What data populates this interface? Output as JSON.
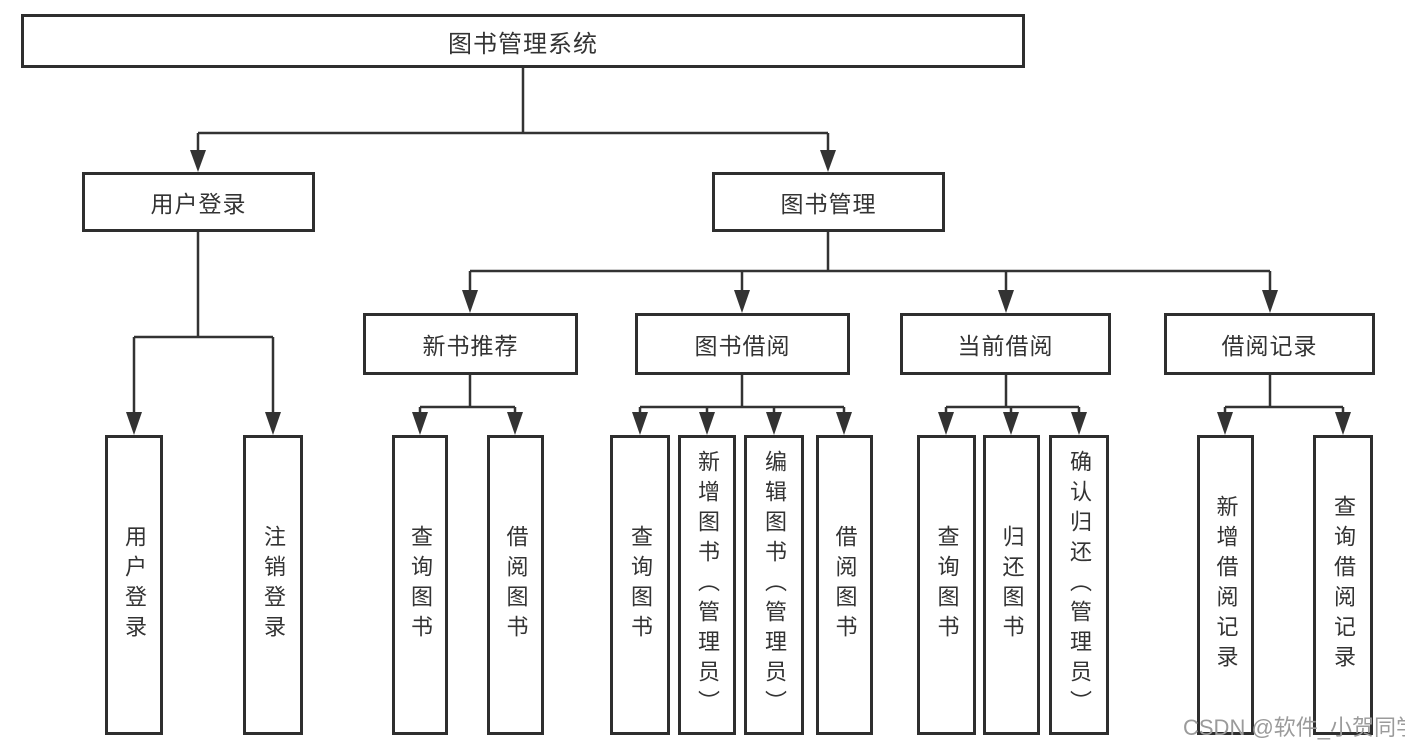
{
  "colors": {
    "line": "#333333",
    "box_border": "#2e2e2e",
    "text": "#333333",
    "watermark": "#9b9b9b",
    "background": "#ffffff"
  },
  "root": {
    "label": "图书管理系统"
  },
  "level2": [
    {
      "label": "用户登录"
    },
    {
      "label": "图书管理"
    }
  ],
  "level3": [
    {
      "label": "新书推荐",
      "parent": "图书管理"
    },
    {
      "label": "图书借阅",
      "parent": "图书管理"
    },
    {
      "label": "当前借阅",
      "parent": "图书管理"
    },
    {
      "label": "借阅记录",
      "parent": "图书管理"
    }
  ],
  "leaves": [
    {
      "label": "用户登录",
      "parent": "用户登录"
    },
    {
      "label": "注销登录",
      "parent": "用户登录"
    },
    {
      "label": "查询图书",
      "parent": "新书推荐"
    },
    {
      "label": "借阅图书",
      "parent": "新书推荐"
    },
    {
      "label": "查询图书",
      "parent": "图书借阅"
    },
    {
      "label": "新增图书（管理员）",
      "parent": "图书借阅"
    },
    {
      "label": "编辑图书（管理员）",
      "parent": "图书借阅"
    },
    {
      "label": "借阅图书",
      "parent": "图书借阅"
    },
    {
      "label": "查询图书",
      "parent": "当前借阅"
    },
    {
      "label": "归还图书",
      "parent": "当前借阅"
    },
    {
      "label": "确认归还（管理员）",
      "parent": "当前借阅"
    },
    {
      "label": "新增借阅记录",
      "parent": "借阅记录"
    },
    {
      "label": "查询借阅记录",
      "parent": "借阅记录"
    }
  ],
  "watermark": {
    "text": "CSDN @软件_小贺同学"
  }
}
